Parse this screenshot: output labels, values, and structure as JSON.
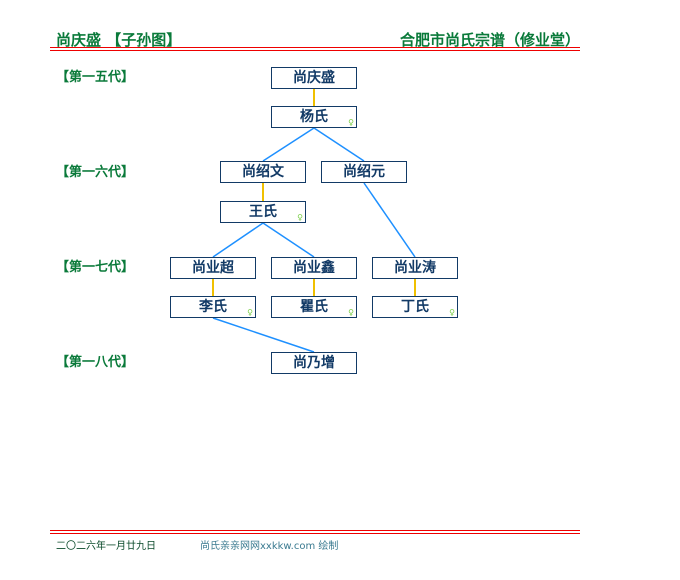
{
  "header": {
    "left": "尚庆盛 【子孙图】",
    "right": "合肥市尚氏宗谱（修业堂）"
  },
  "generations": [
    "【第一五代】",
    "【第一六代】",
    "【第一七代】",
    "【第一八代】"
  ],
  "female_symbol": "♀",
  "people": {
    "p1": "尚庆盛",
    "s1": "杨氏",
    "p2": "尚绍文",
    "p3": "尚绍元",
    "s2": "王氏",
    "p4": "尚业超",
    "p5": "尚业鑫",
    "p6": "尚业涛",
    "s4": "李氏",
    "s5": "瞿氏",
    "s6": "丁氏",
    "p7": "尚乃增"
  },
  "footer": {
    "date": "二〇二六年一月廿九日",
    "credit": "尚氏亲亲网网xxkkw.com 绘制"
  },
  "colors": {
    "green": "#0a7a3a",
    "red": "#e00000",
    "navy": "#123a66",
    "spouse_line": "#f0c000",
    "child_line": "#1e90ff"
  }
}
